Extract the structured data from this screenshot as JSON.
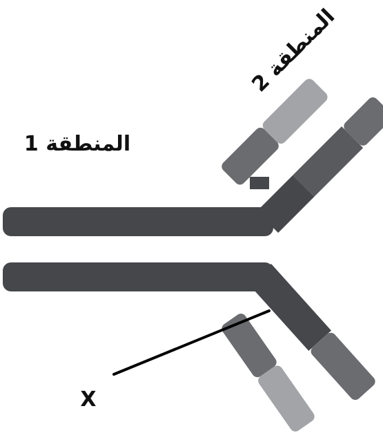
{
  "labels": {
    "region_1": "المنطقة 1",
    "region_2": "المنطقة 2",
    "x_marker": "X"
  },
  "colors": {
    "heavy_chain_dark": "#46474b",
    "heavy_chain_mid": "#595a5e",
    "light_chain_dark": "#6b6c70",
    "light_chain_light": "#a3a4a8",
    "text": "#111111",
    "pointer_line": "#000000"
  }
}
